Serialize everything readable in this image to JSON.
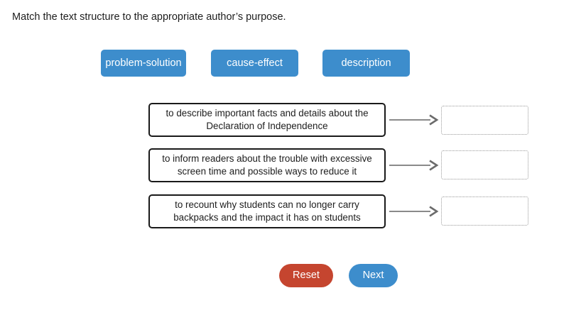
{
  "instruction": "Match the text structure to the appropriate author’s purpose.",
  "colors": {
    "chip_blue": "#3d8dcc",
    "next_blue": "#3d8dcc",
    "reset_red": "#c5452f",
    "box_border": "#1a1a1a",
    "dropzone_border": "#9a9a9a",
    "arrow_gray": "#888888",
    "background": "#ffffff",
    "text": "#1d1d1d"
  },
  "options": [
    {
      "label": "problem-solution"
    },
    {
      "label": "cause-effect"
    },
    {
      "label": "description"
    }
  ],
  "rows": [
    {
      "prompt": "to describe important facts and details about the Declaration of Independence",
      "arrow_icon": "arrow-right-icon",
      "answer": ""
    },
    {
      "prompt": "to inform readers about the trouble with excessive screen time and possible ways to reduce it",
      "arrow_icon": "arrow-right-icon",
      "answer": ""
    },
    {
      "prompt": "to recount why students can no longer carry backpacks and the impact it has on students",
      "arrow_icon": "arrow-right-icon",
      "answer": ""
    }
  ],
  "footer": {
    "reset_label": "Reset",
    "next_label": "Next"
  }
}
